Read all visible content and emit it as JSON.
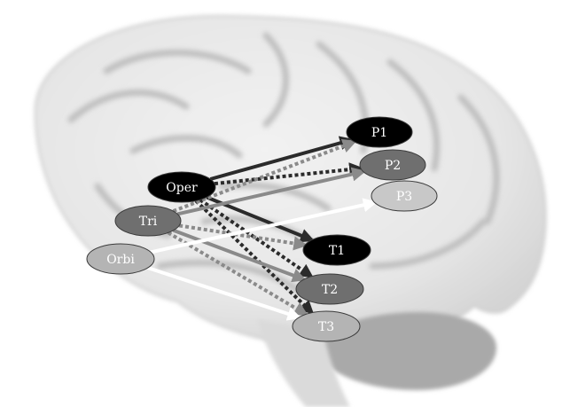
{
  "regions": [
    {
      "id": "oper",
      "label": "Oper",
      "fill": "#000000",
      "text_color": "#ffffff"
    },
    {
      "id": "tri",
      "label": "Tri",
      "fill": "#6f6f6f",
      "text_color": "#ffffff"
    },
    {
      "id": "orbi",
      "label": "Orbi",
      "fill": "#b4b4b4",
      "text_color": "#ffffff"
    },
    {
      "id": "p1",
      "label": "P1",
      "fill": "#000000",
      "text_color": "#ffffff"
    },
    {
      "id": "p2",
      "label": "P2",
      "fill": "#6f6f6f",
      "text_color": "#ffffff"
    },
    {
      "id": "p3",
      "label": "P3",
      "fill": "#c8c8c8",
      "text_color": "#ffffff"
    },
    {
      "id": "t1",
      "label": "T1",
      "fill": "#000000",
      "text_color": "#ffffff"
    },
    {
      "id": "t2",
      "label": "T2",
      "fill": "#6f6f6f",
      "text_color": "#ffffff"
    },
    {
      "id": "t3",
      "label": "T3",
      "fill": "#b4b4b4",
      "text_color": "#ffffff"
    }
  ],
  "connections": [
    {
      "from": "oper",
      "to": "p1",
      "style": "solid",
      "color": "#2b2b2b"
    },
    {
      "from": "oper",
      "to": "p2",
      "style": "dotted",
      "color": "#2b2b2b"
    },
    {
      "from": "oper",
      "to": "t1",
      "style": "solid",
      "color": "#2b2b2b"
    },
    {
      "from": "oper",
      "to": "t2",
      "style": "dotted",
      "color": "#2b2b2b"
    },
    {
      "from": "oper",
      "to": "t3",
      "style": "dotted",
      "color": "#2b2b2b"
    },
    {
      "from": "tri",
      "to": "p1",
      "style": "dotted",
      "color": "#8a8a8a"
    },
    {
      "from": "tri",
      "to": "p2",
      "style": "solid",
      "color": "#8a8a8a"
    },
    {
      "from": "tri",
      "to": "t1",
      "style": "dotted",
      "color": "#8a8a8a"
    },
    {
      "from": "tri",
      "to": "t2",
      "style": "solid",
      "color": "#8a8a8a"
    },
    {
      "from": "tri",
      "to": "t3",
      "style": "dotted",
      "color": "#8a8a8a"
    },
    {
      "from": "orbi",
      "to": "p3",
      "style": "solid",
      "color": "#ffffff"
    },
    {
      "from": "orbi",
      "to": "t3",
      "style": "solid",
      "color": "#ffffff"
    }
  ]
}
